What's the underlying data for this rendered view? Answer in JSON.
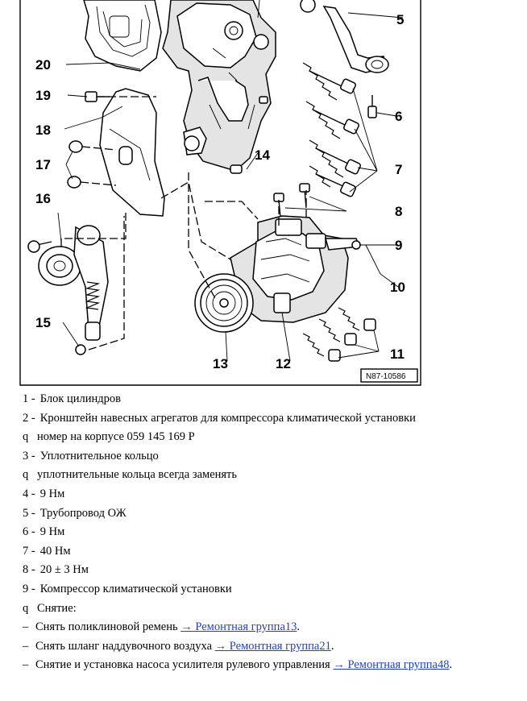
{
  "figure": {
    "id": "N87-10586",
    "callouts": [
      "20",
      "19",
      "18",
      "17",
      "16",
      "15",
      "5",
      "6",
      "7",
      "8",
      "9",
      "10",
      "11",
      "12",
      "13",
      "14"
    ]
  },
  "legend": [
    {
      "kind": "item",
      "num": "1 -",
      "text": "Блок цилиндров"
    },
    {
      "kind": "item",
      "num": "2 -",
      "text": "Кронштейн навесных агрегатов для компрессора климатической установки"
    },
    {
      "kind": "note",
      "mark": "q",
      "text": "номер на корпусе 059 145 169 P"
    },
    {
      "kind": "item",
      "num": "3 -",
      "text": "Уплотнительное кольцо"
    },
    {
      "kind": "note",
      "mark": "q",
      "text": "уплотнительные кольца всегда заменять"
    },
    {
      "kind": "item",
      "num": "4 -",
      "text": "9 Нм"
    },
    {
      "kind": "item",
      "num": "5 -",
      "text": "Трубопровод ОЖ"
    },
    {
      "kind": "item",
      "num": "6 -",
      "text": "9 Нм"
    },
    {
      "kind": "item",
      "num": "7 -",
      "text": "40 Нм"
    },
    {
      "kind": "item",
      "num": "8 -",
      "text": "20 ± 3 Нм"
    },
    {
      "kind": "item",
      "num": "9 -",
      "text": "Компрессор климатической установки"
    },
    {
      "kind": "note",
      "mark": "q",
      "text": "Снятие:"
    },
    {
      "kind": "step",
      "mark": "–",
      "text": "Снять поликлиновой ремень",
      "link": "→ Ремонтная группа",
      "group": "13",
      "tail": "."
    },
    {
      "kind": "step",
      "mark": "–",
      "text": "Снять шланг наддувочного воздуха",
      "link": "→ Ремонтная группа",
      "group": "21",
      "tail": "."
    },
    {
      "kind": "step",
      "mark": "–",
      "text": "Снятие и установка насоса усилителя рулевого управления",
      "link": "→ Ремонтная группа",
      "group": "48",
      "tail": "."
    }
  ]
}
